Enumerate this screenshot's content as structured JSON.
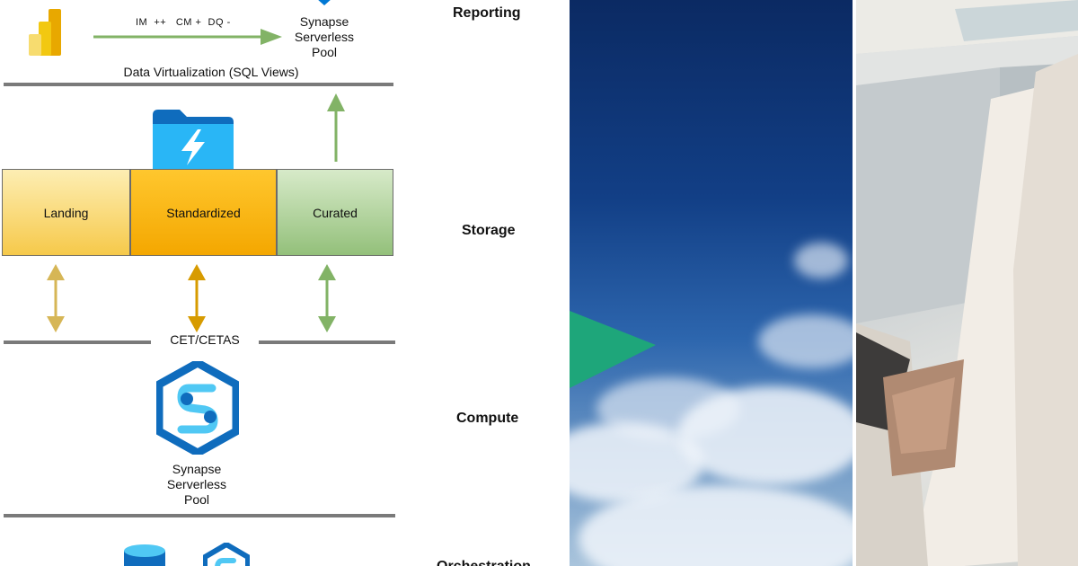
{
  "diagram": {
    "layers": {
      "reporting": "Reporting",
      "storage": "Storage",
      "compute": "Compute",
      "orchestration": "Orchestration"
    },
    "reporting_flow_label": "IM  ++   CM +  DQ -",
    "serverless_top": [
      "Synapse",
      "Serverless",
      "Pool"
    ],
    "virtualization_label": "Data Virtualization (SQL Views)",
    "zones": {
      "landing": "Landing",
      "standardized": "Standardized",
      "curated": "Curated"
    },
    "cet_label": "CET/CETAS",
    "serverless_compute": [
      "Synapse",
      "Serverless",
      "Pool"
    ],
    "colors": {
      "layer_line": "#7a7a7a",
      "flow_arrow": "#82b366",
      "landing_arrow": "#d6b656",
      "standardized_arrow": "#d79b00",
      "azure_blue": "#0078d4",
      "powerbi_yellow": "#f2c811"
    },
    "icons": {
      "reporting": "power-bi-icon",
      "storage": "data-lake-folder-icon",
      "compute": "synapse-analytics-icon",
      "orchestration": [
        "database-icon",
        "synapse-analytics-icon"
      ]
    }
  },
  "photos": {
    "left": "sky-with-clouds-and-green-arrow-photo",
    "right": "person-at-laptop-in-office-photo"
  }
}
